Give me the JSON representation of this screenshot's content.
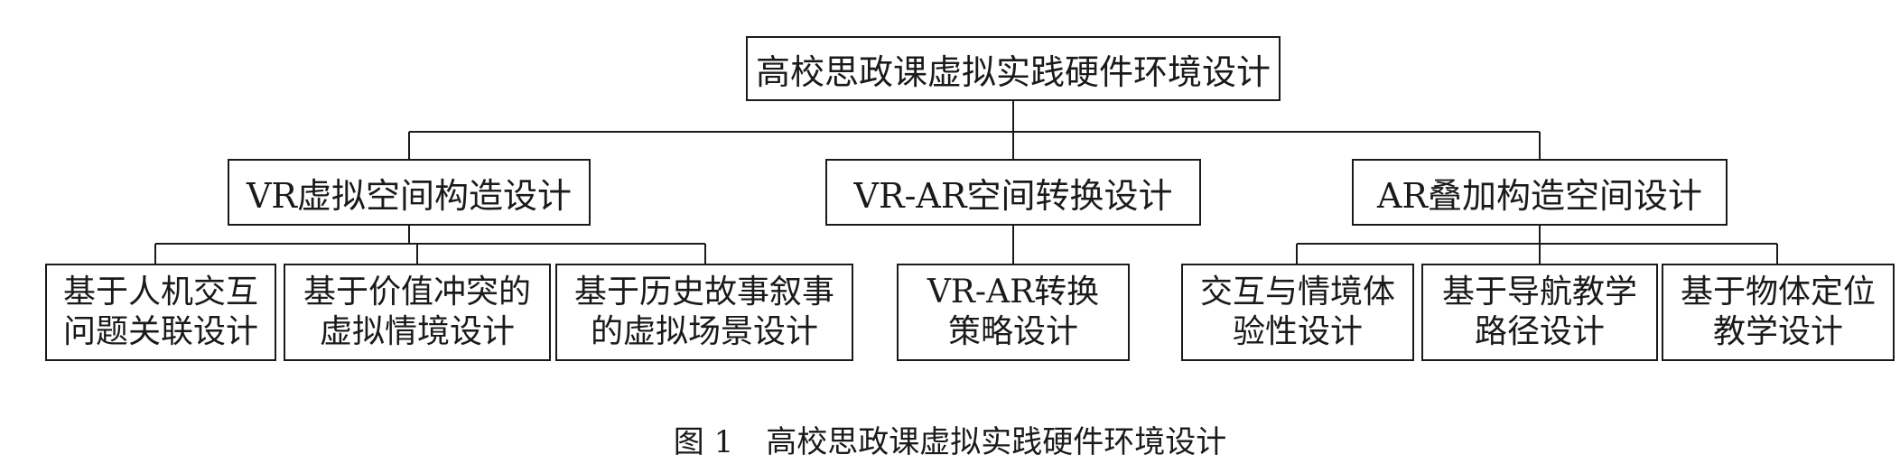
{
  "diagram": {
    "root": "高校思政课虚拟实践硬件环境设计",
    "branches": [
      {
        "label": "VR虚拟空间构造设计",
        "children": [
          "基于人机交互\n问题关联设计",
          "基于价值冲突的\n虚拟情境设计",
          "基于历史故事叙事\n的虚拟场景设计"
        ]
      },
      {
        "label": "VR-AR空间转换设计",
        "children": [
          "VR-AR转换\n策略设计"
        ]
      },
      {
        "label": "AR叠加构造空间设计",
        "children": [
          "交互与情境体\n验性设计",
          "基于导航教学\n路径设计",
          "基于物体定位\n教学设计"
        ]
      }
    ]
  },
  "caption": {
    "number": "图 1",
    "title": "高校思政课虚拟实践硬件环境设计"
  }
}
